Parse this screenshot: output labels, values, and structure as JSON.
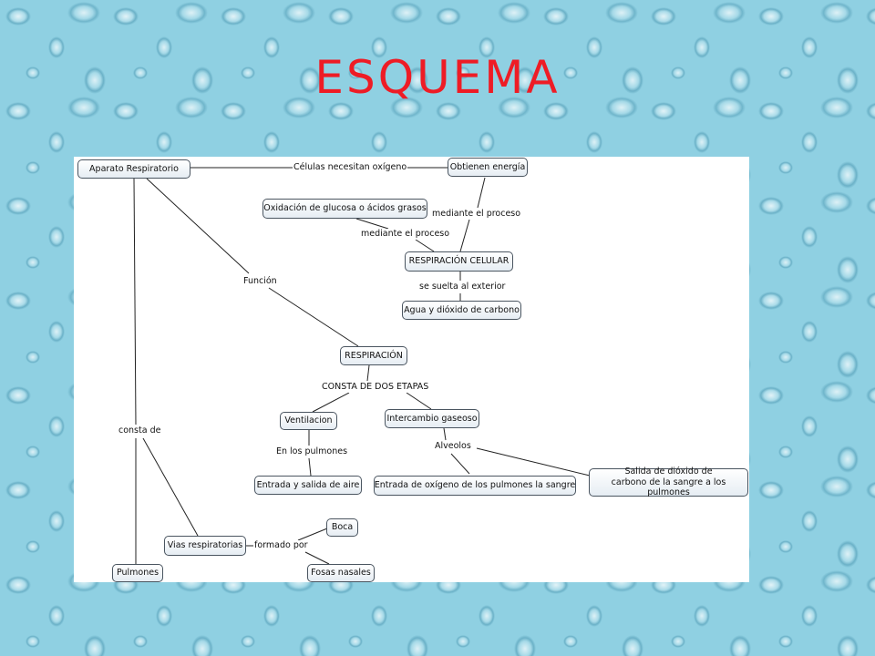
{
  "title": "ESQUEMA",
  "colors": {
    "title": "#ee1c25",
    "background": "#8fd0e2",
    "node_border": "#4a5560"
  },
  "concept_map": {
    "nodes": {
      "aparato": "Aparato Respiratorio",
      "obtienen": "Obtienen energía",
      "oxidacion": "Oxidación de glucosa o ácidos grasos",
      "resp_celular": "RESPIRACIÓN CELULAR",
      "agua": "Agua y dióxido de carbono",
      "respiracion": "RESPIRACIÓN",
      "ventilacion": "Ventilacion",
      "intercambio": "Intercambio gaseoso",
      "entrada_aire": "Entrada y salida de aire",
      "entrada_oxigeno": "Entrada de oxígeno de los pulmones  la sangre",
      "salida_dioxido": "Salida de dióxido de\ncarbono de la sangre a los pulmones",
      "vias": "Vias respiratorias",
      "boca": "Boca",
      "fosas": "Fosas nasales",
      "pulmones": "Pulmones"
    },
    "links": {
      "celulas": "Células necesitan oxígeno",
      "mediante1": "mediante el proceso",
      "mediante2": "mediante el proceso",
      "suelta": "se suelta al exterior",
      "funcion": "Función",
      "consta_etapas": "CONSTA DE DOS ETAPAS",
      "en_pulmones": "En los pulmones",
      "alveolos": "Alveolos",
      "consta_de": "consta de",
      "formado": "formado por"
    }
  }
}
